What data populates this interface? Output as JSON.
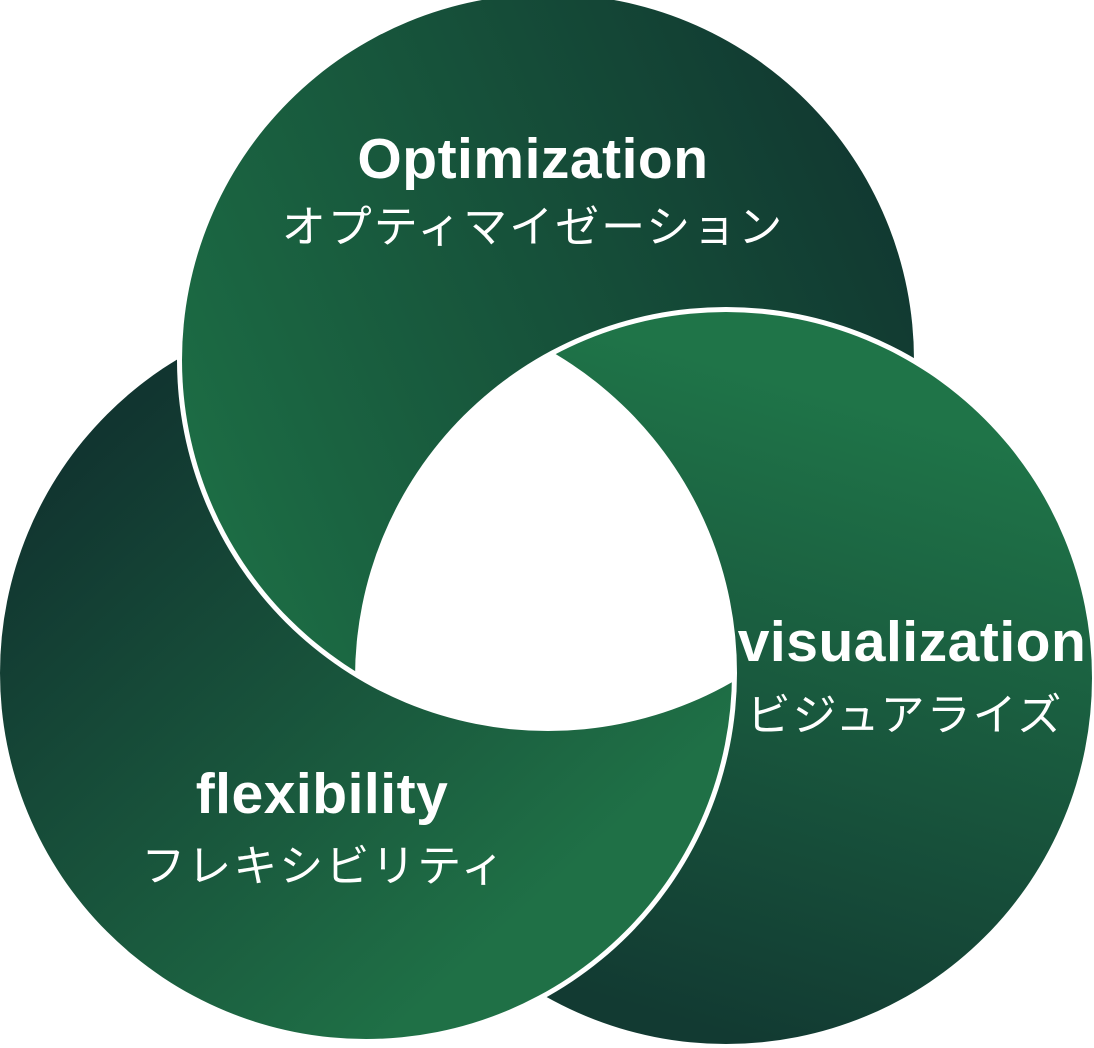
{
  "diagram": {
    "background_color": "#ffffff",
    "divider_color": "#ffffff",
    "label_color": "#ffffff",
    "nodes": [
      {
        "id": "optimization",
        "label_en": "Optimization",
        "label_ja": "オプティマイゼーション",
        "gradient_from": "#1C6C44",
        "gradient_to": "#113931"
      },
      {
        "id": "visualization",
        "label_en": "visualization",
        "label_ja": "ビジュアライズ",
        "gradient_from": "#1F7448",
        "gradient_to": "#123A32"
      },
      {
        "id": "flexibility",
        "label_en": "flexibility",
        "label_ja": "フレキシビリティ",
        "gradient_from": "#1F7046",
        "gradient_to": "#113530"
      }
    ]
  }
}
